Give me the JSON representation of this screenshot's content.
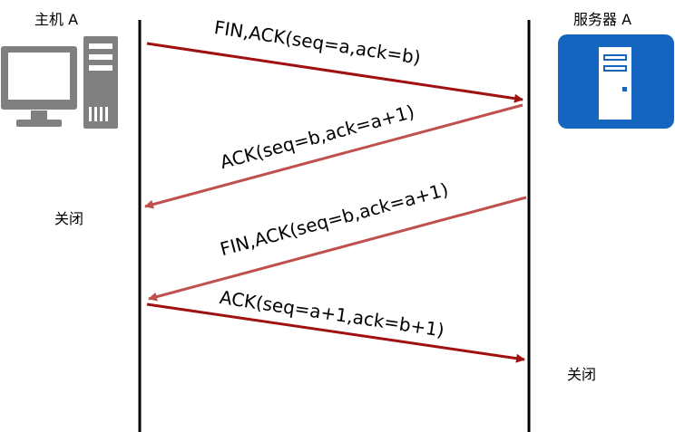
{
  "nodes": {
    "host": {
      "label": "主机 A",
      "icon": "desktop-computer-icon"
    },
    "server": {
      "label": "服务器 A",
      "icon": "server-icon"
    }
  },
  "messages": [
    {
      "label": "FIN,ACK(seq=a,ack=b)",
      "from": "host",
      "to": "server"
    },
    {
      "label": "ACK(seq=b,ack=a+1)",
      "from": "server",
      "to": "host"
    },
    {
      "label": "FIN,ACK(seq=b,ack=a+1)",
      "from": "server",
      "to": "host"
    },
    {
      "label": "ACK(seq=a+1,ack=b+1)",
      "from": "host",
      "to": "server"
    }
  ],
  "states": {
    "host_closed": "关闭",
    "server_closed": "关闭"
  },
  "colors": {
    "host_to_server": "#a01010",
    "server_to_host": "#c0504d",
    "lifeline": "#000000",
    "server_icon_bg": "#1565c0",
    "computer_icon": "#808080"
  }
}
